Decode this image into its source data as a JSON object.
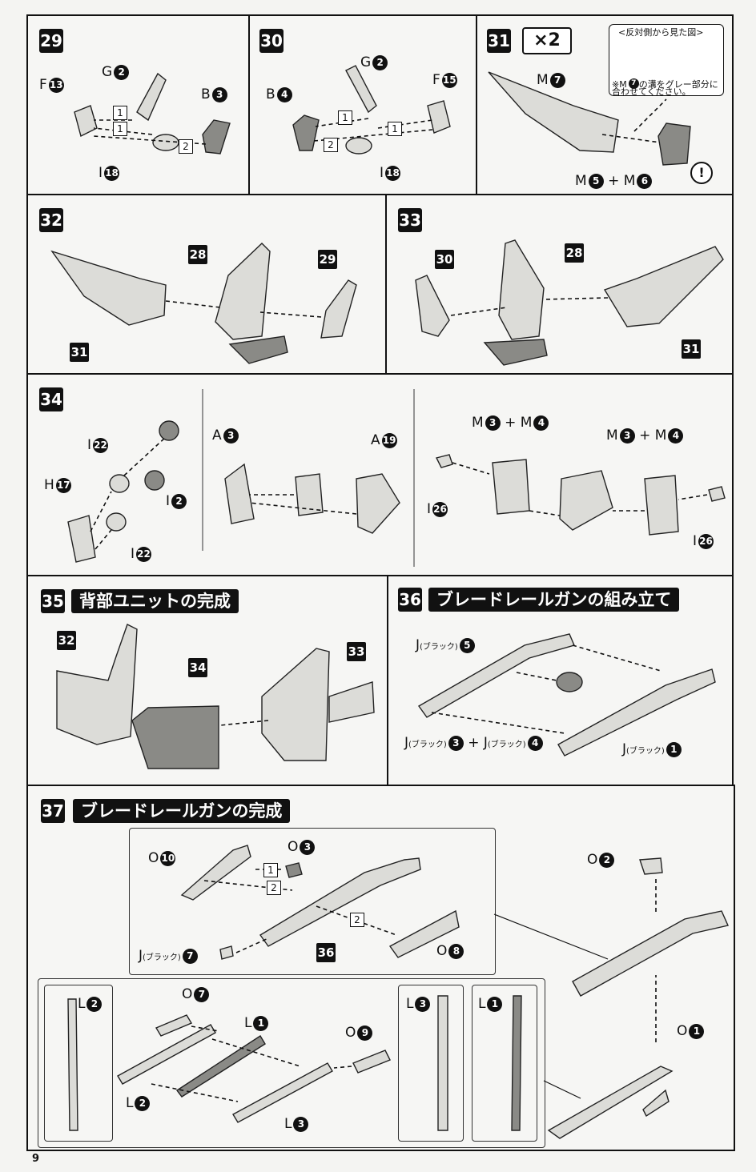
{
  "page_number": "9",
  "steps": {
    "s29": {
      "num": "29",
      "labels": {
        "g": "G",
        "g_n": "2",
        "f": "F",
        "f_n": "13",
        "b": "B",
        "b_n": "3",
        "i": "I",
        "i_n": "18"
      },
      "order": [
        "1",
        "1",
        "2"
      ]
    },
    "s30": {
      "num": "30",
      "labels": {
        "g": "G",
        "g_n": "2",
        "b": "B",
        "b_n": "4",
        "f": "F",
        "f_n": "15",
        "i": "I",
        "i_n": "18"
      },
      "order": [
        "1",
        "1",
        "2"
      ]
    },
    "s31": {
      "num": "31",
      "multiplier": "×2",
      "note_title": "<反対側から見た図>",
      "note_line1": "※M",
      "note_part": "7",
      "note_line1b": "の溝をグレー部分に",
      "note_line2": "合わせてください。",
      "m_top": "M",
      "m_top_n": "7",
      "m_bot_a": "M",
      "m_bot_a_n": "5",
      "plus": "+",
      "m_bot_b": "M",
      "m_bot_b_n": "6",
      "warn": "!"
    },
    "s32": {
      "num": "32",
      "ref_a": "28",
      "ref_b": "29",
      "ref_c": "31"
    },
    "s33": {
      "num": "33",
      "ref_a": "30",
      "ref_b": "28",
      "ref_c": "31"
    },
    "s34": {
      "num": "34",
      "i_a": "I",
      "i_a_n": "22",
      "h": "H",
      "h_n": "17",
      "i_b": "I",
      "i_b_n": "2",
      "i_c": "I",
      "i_c_n": "22",
      "a_a": "A",
      "a_a_n": "3",
      "a_b": "A",
      "a_b_n": "19",
      "m_a": "M",
      "m_a_n": "3",
      "m_a_plus": "+",
      "m_a2": "M",
      "m_a2_n": "4",
      "m_b": "M",
      "m_b_n": "3",
      "m_b_plus": "+",
      "m_b2": "M",
      "m_b2_n": "4",
      "i_d": "I",
      "i_d_n": "26",
      "i_e": "I",
      "i_e_n": "26"
    },
    "s35": {
      "num": "35",
      "title": "背部ユニットの完成",
      "ref_a": "32",
      "ref_b": "34",
      "ref_c": "33"
    },
    "s36": {
      "num": "36",
      "title": "ブレードレールガンの組み立て",
      "j_top": "J",
      "j_top_n": "5",
      "j_left": "J",
      "j_left_n": "3",
      "plus": "+",
      "j_left2": "J",
      "j_left2_n": "4",
      "j_right": "J",
      "j_right_n": "1",
      "color": "(ブラック)"
    },
    "s37": {
      "num": "37",
      "title": "ブレードレールガンの完成",
      "o10": "O",
      "o10_n": "10",
      "o3": "O",
      "o3_n": "3",
      "j7": "J",
      "j7_n": "7",
      "color": "(ブラック)",
      "ref36": "36",
      "o8": "O",
      "o8_n": "8",
      "o2": "O",
      "o2_n": "2",
      "o1": "O",
      "o1_n": "1",
      "o7": "O",
      "o7_n": "7",
      "l1a": "L",
      "l1a_n": "1",
      "l2a": "L",
      "l2a_n": "2",
      "l3a": "L",
      "l3a_n": "3",
      "o9": "O",
      "o9_n": "9",
      "l2b": "L",
      "l2b_n": "2",
      "l3b": "L",
      "l3b_n": "3",
      "l1b": "L",
      "l1b_n": "1",
      "order": [
        "1",
        "2",
        "2"
      ]
    }
  }
}
